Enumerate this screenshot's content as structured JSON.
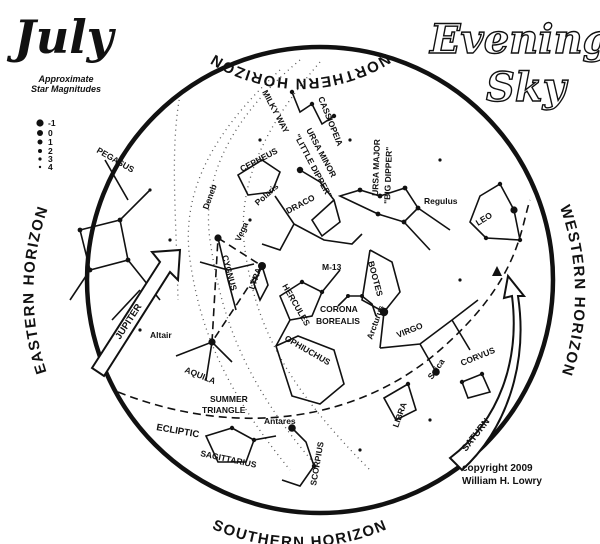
{
  "header": {
    "month": "July",
    "title_line1": "Evening",
    "title_line2": "Sky"
  },
  "magnitudes": {
    "title": "Approximate Star Magnitudes",
    "scale": [
      "-1",
      "0",
      "1",
      "2",
      "3",
      "4"
    ]
  },
  "horizons": {
    "north": "NORTHERN HORIZON",
    "east": "EASTERN HORIZON",
    "south": "SOUTHERN HORIZON",
    "west": "WESTERN HORIZON"
  },
  "planets": {
    "jupiter": "JUPITER",
    "saturn": "SATURN"
  },
  "labels": {
    "milky_way": "MILKY WAY",
    "cassiopeia": "CASSIOPEIA",
    "cepheus": "CEPHEUS",
    "polaris": "Polaris",
    "ursa_minor": "URSA MINOR",
    "little_dipper": "\"LITTLE DIPPER\"",
    "ursa_major": "URSA MAJOR",
    "big_dipper": "\"BIG DIPPER\"",
    "pegasus": "PEGASUS",
    "deneb": "Deneb",
    "draco": "DRACO",
    "vega": "Vega",
    "regulus": "Regulus",
    "leo": "LEO",
    "cygnus": "CYGNUS",
    "lyra": "LYRA",
    "m13": "M-13",
    "bootes": "BOOTES",
    "hercules": "HERCULES",
    "corona": "CORONA",
    "borealis": "BOREALIS",
    "altair": "Altair",
    "ophiuchus": "OPHIUCHUS",
    "arcturus": "Arcturus",
    "virgo": "VIRGO",
    "aquila": "AQUILA",
    "corvus": "CORVUS",
    "spica": "Spica",
    "summer": "SUMMER",
    "triangle": "TRIANGLE",
    "libra": "LIBRA",
    "antares": "Antares",
    "ecliptic": "ECLIPTIC",
    "sagittarius": "SAGITTARIUS",
    "scorpius": "SCORPIUS"
  },
  "credits": {
    "line1": "copyright 2009",
    "line2": "William H. Lowry"
  }
}
